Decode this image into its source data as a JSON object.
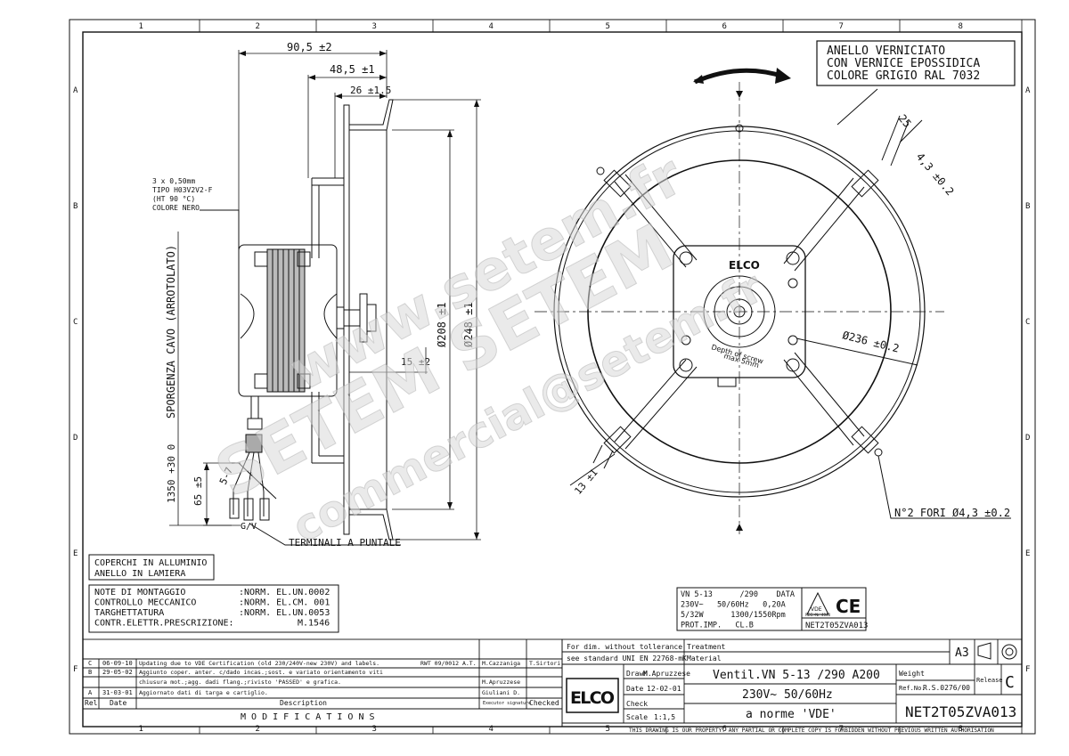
{
  "grid": {
    "cols": [
      "1",
      "2",
      "3",
      "4",
      "5",
      "6",
      "7",
      "8"
    ],
    "rows": [
      "A",
      "B",
      "C",
      "D",
      "E",
      "F"
    ]
  },
  "notes": {
    "paint": [
      "ANELLO VERNICIATO",
      "CON VERNICE EPOSSIDICA",
      "COLORE GRIGIO RAL 7032"
    ],
    "cable": [
      "3 x 0,50mm",
      "TIPO H03V2V2-F",
      "(HT 90 °C)",
      "COLORE NERO"
    ],
    "cable_length": "SPORGENZA CAVO (ARROTOLATO)",
    "terminals": "TERMINALI A PUNTALE",
    "wire_color": "G/V",
    "covers": [
      "COPERCHI IN ALLUMINIO",
      "ANELLO IN LAMIERA"
    ],
    "screw_depth": [
      "Depth of screw",
      "max 5mm"
    ],
    "logo": "ELCO"
  },
  "dimensions": {
    "d1": "90,5 ±2",
    "d2": "48,5 ±1",
    "d3": "26 ±1.5",
    "d4": "15 ±2",
    "d5": "Ø208 ±1",
    "d6": "Ø248 ±1",
    "d7": "65 ±5",
    "d8": "5-7",
    "d9": "1350 +30 0",
    "d10": "25",
    "d11": "4,3 ±0.2",
    "d12": "Ø236 ±0.2",
    "d13": "13 ±1",
    "d14": "N°2 FORI Ø4,3 ±0.2"
  },
  "norms": [
    {
      "label": "NOTE DI MONTAGGIO",
      "value": ":NORM. EL.UN.0002"
    },
    {
      "label": "CONTROLLO MECCANICO",
      "value": ":NORM. EL.CM. 001"
    },
    {
      "label": "TARGHETTATURA",
      "value": ":NORM. EL.UN.0053"
    },
    {
      "label": "CONTR.ELETTR.PRESCRIZIONE:",
      "value": "M.1546"
    }
  ],
  "plate": {
    "lines": [
      "VN 5-13      /290    DATA",
      "230V~   50/60Hz   0,20A",
      "5/32W      1300/1550Rpm",
      "PROT.IMP.   CL.B"
    ],
    "code": "NET2T05ZVA013",
    "vde_reg": "REG.-Nr. 4040",
    "vde": "VDE",
    "ce": "CE"
  },
  "modifications": {
    "rows": [
      {
        "rel": "C",
        "date": "06-09-10",
        "desc": "Updating due to VDE Certification (old 230/240V-new 230V) and labels.",
        "ref": "RWT 09/0012 A.T.",
        "exec": "M.Cazzaniga",
        "checked": "T.Sirtori"
      },
      {
        "rel": "B",
        "date": "29-05-02",
        "desc": "Aggiunto coper. anter. c/dado incas.;sost. e variato orientamento viti",
        "ref": "",
        "exec": "",
        "checked": ""
      },
      {
        "rel": "",
        "date": "",
        "desc": "chiusura mot.;agg. dadi flang.;rivisto 'PASSED' e grafica.",
        "ref": "",
        "exec": "M.Apruzzese",
        "checked": ""
      },
      {
        "rel": "A",
        "date": "31-03-01",
        "desc": "Aggiornato dati di targa e cartiglio.",
        "ref": "",
        "exec": "Giuliani D.",
        "checked": ""
      }
    ],
    "headers": {
      "rel": "Rel",
      "date": "Date",
      "desc": "Description",
      "exec": "Executor signature",
      "checked": "Checked"
    },
    "title": "M O D I F I C A T I O N S"
  },
  "titleblock": {
    "tolerance": [
      "For dim. without tollerance",
      "see standard UNI EN 22768-mK"
    ],
    "treatment": "Treatment",
    "material": "Material",
    "drawn_label": "Drawn",
    "drawn": "M.Apruzzese",
    "date_label": "Date",
    "date": "12-02-01",
    "check_label": "Check",
    "scale_label": "Scale",
    "scale": "1:1,5",
    "title1": "Ventil.VN 5-13 /290 A200",
    "title2": "230V~  50/60Hz",
    "title3": "a norme 'VDE'",
    "code": "NET2T05ZVA013",
    "size": "A3",
    "weight": "Weight",
    "ref_label": "Ref.No.",
    "ref": "R.S.0276/00",
    "release_label": "Release",
    "release": "C",
    "logo": "ELCO",
    "copyright": "THIS DRAWING IS OUR PROPERTY. ANY PARTIAL OR COMPLETE COPY IS FORBIDDEN WITHOUT PREVIOUS WRITTEN AUTHORISATION"
  },
  "watermark": {
    "line1": "www.setem.fr",
    "line2": "SETEM SETEM",
    "line3": "commercial@setem.fr"
  }
}
